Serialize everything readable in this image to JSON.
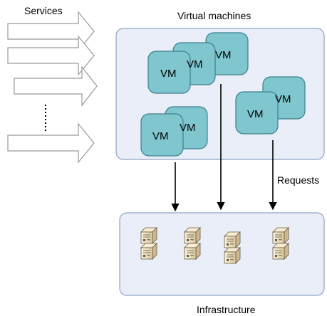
{
  "labels": {
    "services": "Services",
    "virtual_machines": "Virtual machines",
    "requests": "Requests",
    "infrastructure": "Infrastructure"
  },
  "vm_label": "VM",
  "vm_stacks": [
    {
      "name": "vm-stack-top",
      "count": 3
    },
    {
      "name": "vm-stack-right",
      "count": 2
    },
    {
      "name": "vm-stack-bottom-left",
      "count": 2
    }
  ],
  "service_arrow_count": 4,
  "ellipsis": "vertical-dotted-line",
  "request_arrow_count": 3,
  "server_rack_count": 4,
  "icons": {
    "service_arrow": "right-arrow-outline",
    "request_arrow": "down-arrow",
    "server": "server-rack-icon"
  },
  "colors": {
    "panel_fill": "#e9eef8",
    "panel_stroke": "#8ea3c6",
    "vm_fill": "#7fc6cf",
    "vm_stroke": "#3d7f8f",
    "arrow_fill": "#ffffff",
    "arrow_stroke": "#999999",
    "server_face": "#e9dcc0",
    "server_stroke": "#6b5a3e"
  }
}
